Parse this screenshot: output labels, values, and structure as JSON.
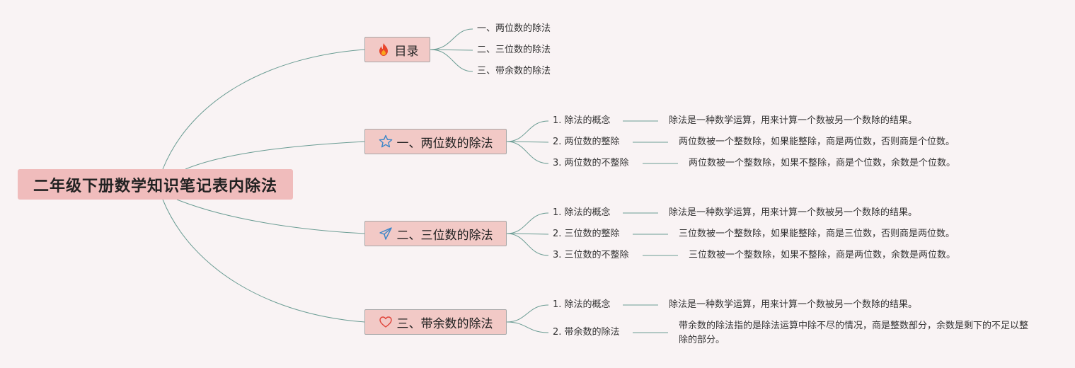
{
  "root": {
    "title": "二年级下册数学知识笔记表内除法"
  },
  "toc": {
    "label": "目录",
    "icon": "fire-icon",
    "items": [
      "一、两位数的除法",
      "二、三位数的除法",
      "三、带余数的除法"
    ]
  },
  "sections": [
    {
      "label": "一、两位数的除法",
      "icon": "star-icon",
      "items": [
        {
          "label": "1. 除法的概念",
          "desc": "除法是一种数学运算，用来计算一个数被另一个数除的结果。"
        },
        {
          "label": "2. 两位数的整除",
          "desc": "两位数被一个整数除，如果能整除，商是两位数，否则商是个位数。"
        },
        {
          "label": "3. 两位数的不整除",
          "desc": "两位数被一个整数除，如果不整除，商是个位数，余数是个位数。"
        }
      ]
    },
    {
      "label": "二、三位数的除法",
      "icon": "paper-plane-icon",
      "items": [
        {
          "label": "1. 除法的概念",
          "desc": "除法是一种数学运算，用来计算一个数被另一个数除的结果。"
        },
        {
          "label": "2. 三位数的整除",
          "desc": "三位数被一个整数除，如果能整除，商是三位数，否则商是两位数。"
        },
        {
          "label": "3. 三位数的不整除",
          "desc": "三位数被一个整数除，如果不整除，商是两位数，余数是两位数。"
        }
      ]
    },
    {
      "label": "三、带余数的除法",
      "icon": "heart-icon",
      "items": [
        {
          "label": "1. 除法的概念",
          "desc": "除法是一种数学运算，用来计算一个数被另一个数除的结果。"
        },
        {
          "label": "2. 带余数的除法",
          "desc": "带余数的除法指的是除法运算中除不尽的情况，商是整数部分，余数是剩下的不足以整除的部分。"
        }
      ]
    }
  ],
  "colors": {
    "line": "#6a9c93",
    "root_bg": "#f0bcbc",
    "branch_bg": "#f2c9c6"
  }
}
